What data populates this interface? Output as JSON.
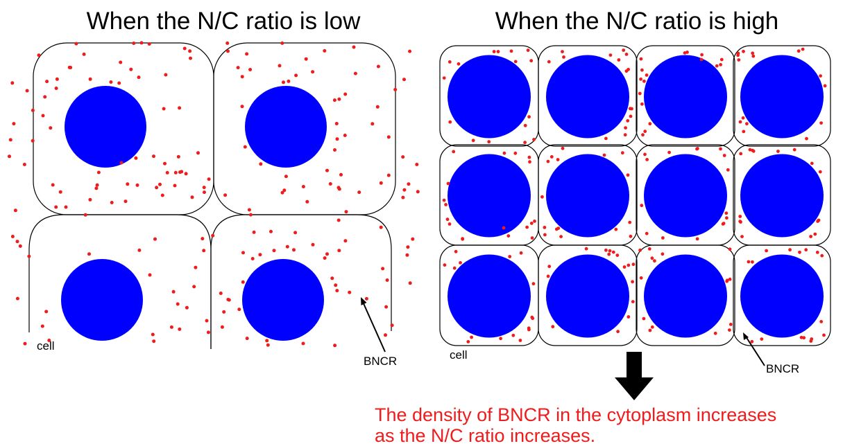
{
  "panels": {
    "low": {
      "title": "When the N/C ratio is low",
      "cell_label": "cell",
      "marker_label": "BNCR"
    },
    "high": {
      "title": "When the N/C ratio is high",
      "cell_label": "cell",
      "marker_label": "BNCR"
    }
  },
  "conclusion": {
    "line1": "The density of BNCR in the cytoplasm increases",
    "line2": "as the N/C ratio increases."
  },
  "colors": {
    "nucleus": "#0000ff",
    "bncr_dot": "#ee1c1c",
    "conclusion_text": "#ee1c1c",
    "outline": "#000000"
  }
}
